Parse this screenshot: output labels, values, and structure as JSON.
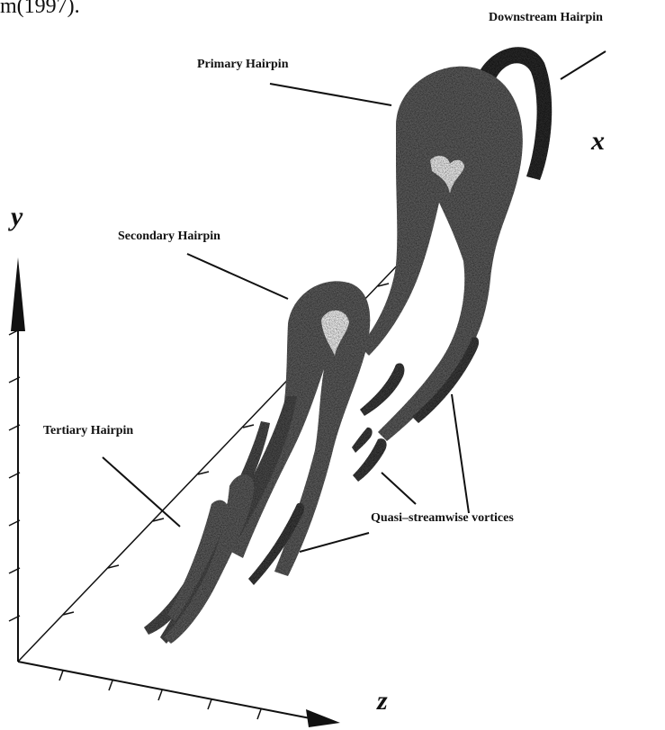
{
  "caption_fragment": "m(1997).",
  "labels": {
    "downstream_hairpin": "Downstream Hairpin",
    "primary_hairpin": "Primary Hairpin",
    "secondary_hairpin": "Secondary Hairpin",
    "tertiary_hairpin": "Tertiary Hairpin",
    "quasi_streamwise": "Quasi–streamwise vortices"
  },
  "axes": {
    "x": "x",
    "y": "y",
    "z": "z"
  },
  "colors": {
    "ink": "#111111",
    "vortex_fill": "#5a5a5a",
    "vortex_dark": "#2a2a2a",
    "paper": "#ffffff"
  }
}
